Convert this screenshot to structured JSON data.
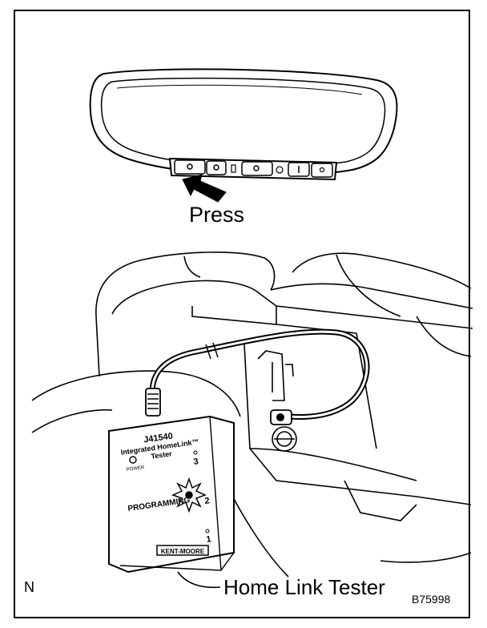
{
  "labels": {
    "press": "Press",
    "tester": "Home Link Tester",
    "corner_letter": "N",
    "figure_id": "B75998"
  },
  "device": {
    "model": "J41540",
    "name_line1": "Integrated HomeLink™",
    "name_line2": "Tester",
    "power": "POWER",
    "programming": "PROGRAMMING",
    "channel_3": "3",
    "channel_2": "2",
    "channel_1": "1",
    "brand": "KENT-MOORE"
  }
}
